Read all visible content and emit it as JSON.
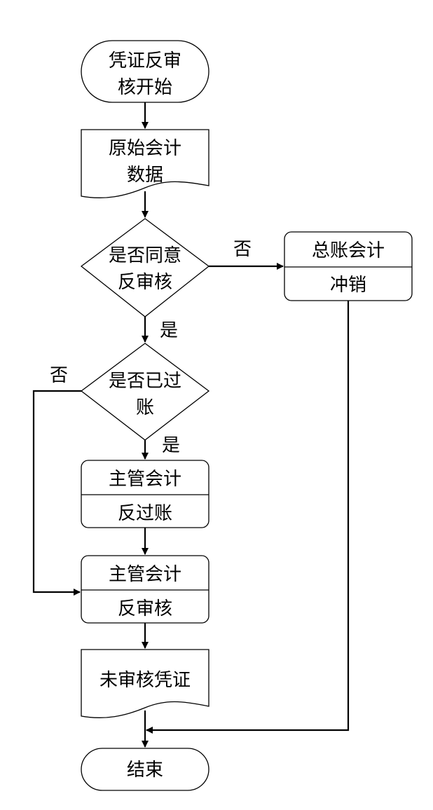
{
  "nodes": {
    "start": {
      "lines": [
        "凭证反审",
        "核开始"
      ]
    },
    "original_data": {
      "lines": [
        "原始会计",
        "数据"
      ]
    },
    "decision_agree": {
      "lines": [
        "是否同意",
        "反审核"
      ]
    },
    "gl_reverse": {
      "role": "总账会计",
      "action": "冲销"
    },
    "decision_posted": {
      "lines": [
        "是否已过",
        "账"
      ]
    },
    "supervisor_unpost": {
      "role": "主管会计",
      "action": "反过账"
    },
    "supervisor_unaudit": {
      "role": "主管会计",
      "action": "反审核"
    },
    "unaudited_voucher": {
      "lines": [
        "未审核凭证"
      ]
    },
    "end": {
      "lines": [
        "结束"
      ]
    }
  },
  "edge_labels": {
    "agree_no": "否",
    "agree_yes": "是",
    "posted_no": "否",
    "posted_yes": "是"
  }
}
